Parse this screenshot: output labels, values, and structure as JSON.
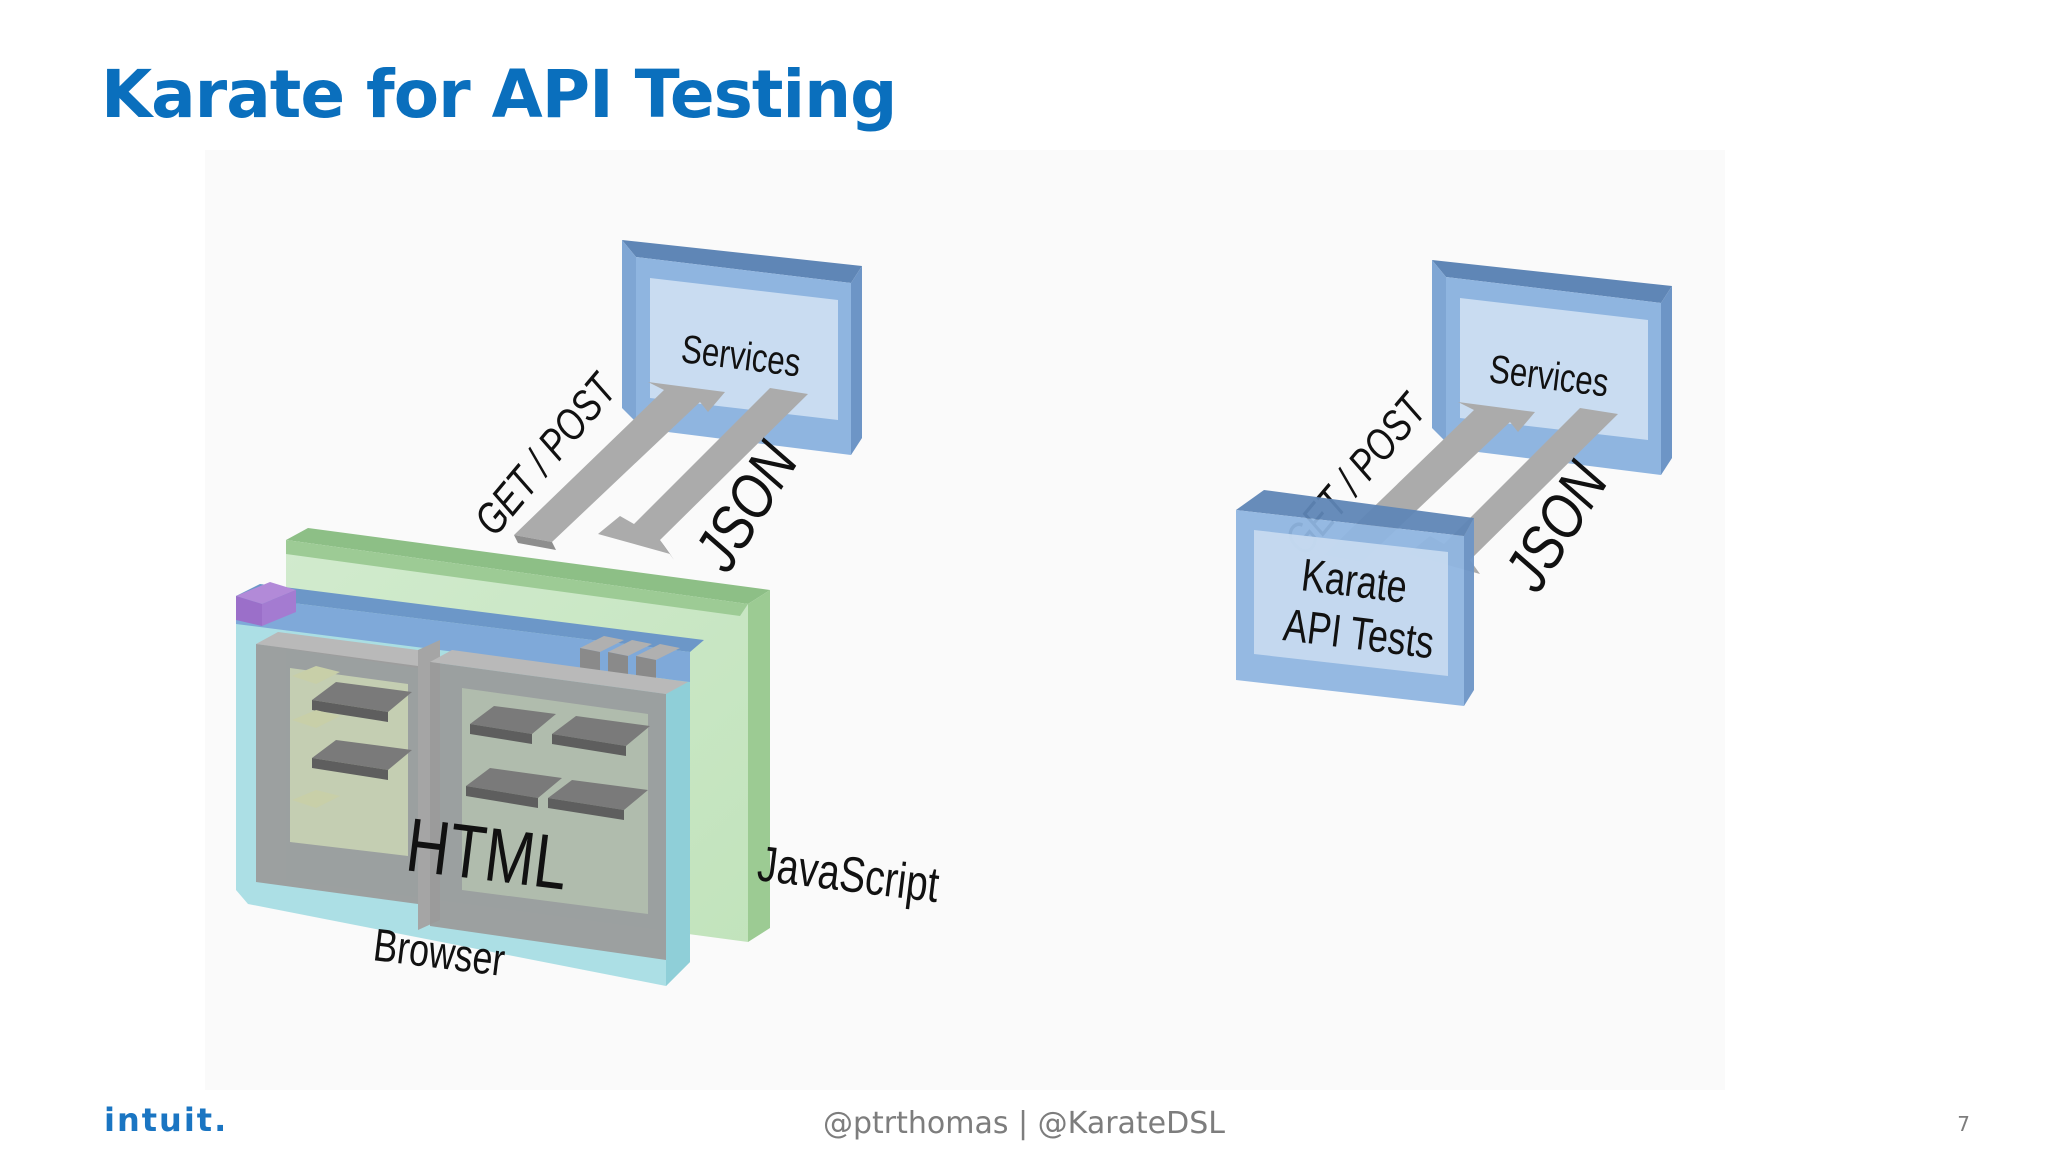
{
  "slide": {
    "title": "Karate for API Testing",
    "page_number": "7"
  },
  "footer": {
    "logo_text": "intuit.",
    "handles": "@ptrthomas | @KarateDSL"
  },
  "left_diagram": {
    "services_label": "Services",
    "request_label": "GET / POST",
    "response_label": "JSON",
    "html_label": "HTML",
    "javascript_label": "JavaScript",
    "browser_label": "Browser"
  },
  "right_diagram": {
    "services_label": "Services",
    "request_label": "GET / POST",
    "response_label": "JSON",
    "tests_label_line1": "Karate",
    "tests_label_line2": "API Tests"
  },
  "colors": {
    "title_blue": "#0a6fbd",
    "box_blue": "#7ea9d8",
    "box_face": "#c6daef",
    "arrow_gray": "#a8a8a8",
    "js_green": "#a9d7a0",
    "browser_cyan": "#a8dde4",
    "html_gray": "#9a9a9a",
    "footer_gray": "#7d7d7d"
  }
}
